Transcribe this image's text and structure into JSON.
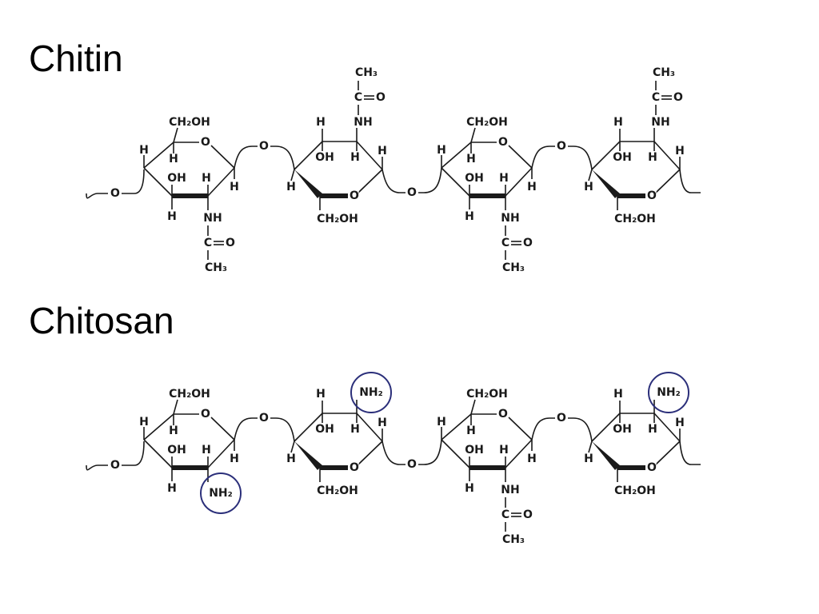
{
  "titles": {
    "chitin": "Chitin",
    "chitosan": "Chitosan"
  },
  "labels": {
    "ch2oh": "CH₂OH",
    "oh": "OH",
    "h": "H",
    "nh": "NH",
    "nh2": "NH₂",
    "ch3": "CH₃",
    "c": "C",
    "o": "O"
  },
  "chitin_units": [
    "acetyl",
    "acetyl",
    "acetyl",
    "acetyl"
  ],
  "chitosan_units": [
    "amine",
    "amine",
    "acetyl",
    "amine"
  ],
  "colors": {
    "highlight_circle": "#2b2f7a",
    "ink": "#1a1a1a"
  }
}
